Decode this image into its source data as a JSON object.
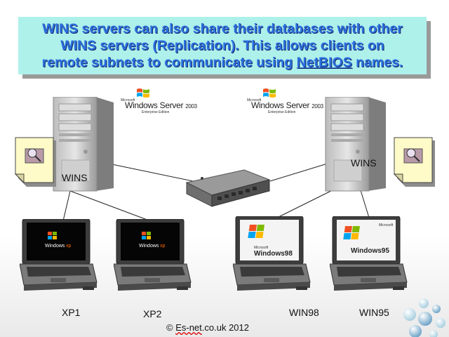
{
  "banner": {
    "line1": "WINS servers can also share their databases with other",
    "line2": "WINS servers (Replication). This allows clients on",
    "line3_pre": "remote subnets to communicate  using ",
    "line3_link": "NetBIOS",
    "line3_post": " names."
  },
  "servers": [
    {
      "label": "WINS",
      "logo_ms": "Microsoft",
      "logo_name": "Windows Server",
      "logo_ver": "2003",
      "logo_edition": "Enterprise Edition"
    },
    {
      "label": "WINS",
      "logo_ms": "Microsoft",
      "logo_name": "Windows Server",
      "logo_ver": "2003",
      "logo_edition": "Enterprise Edition"
    }
  ],
  "clients": [
    {
      "label": "XP1",
      "os": "Windows XP"
    },
    {
      "label": "XP2",
      "os": "Windows XP"
    },
    {
      "label": "WIN98",
      "os": "Windows 98"
    },
    {
      "label": "WIN95",
      "os": "Windows 95"
    }
  ],
  "screen_text": {
    "xp_brand": "Windows",
    "xp_suffix": "xp",
    "w98_brand": "Windows98",
    "w95_brand": "Windows95",
    "ms_small": "Microsoft"
  },
  "footer": {
    "pre": "© ",
    "sq": "Es-net",
    "post": ".co.uk 2012"
  },
  "colors": {
    "banner_bg": "#aef0ea",
    "banner_text": "#2a6fe0",
    "note_bg": "#fffbc8"
  },
  "icons": [
    "windows-flag-icon",
    "document-magnifier-icon",
    "network-hub-icon"
  ]
}
